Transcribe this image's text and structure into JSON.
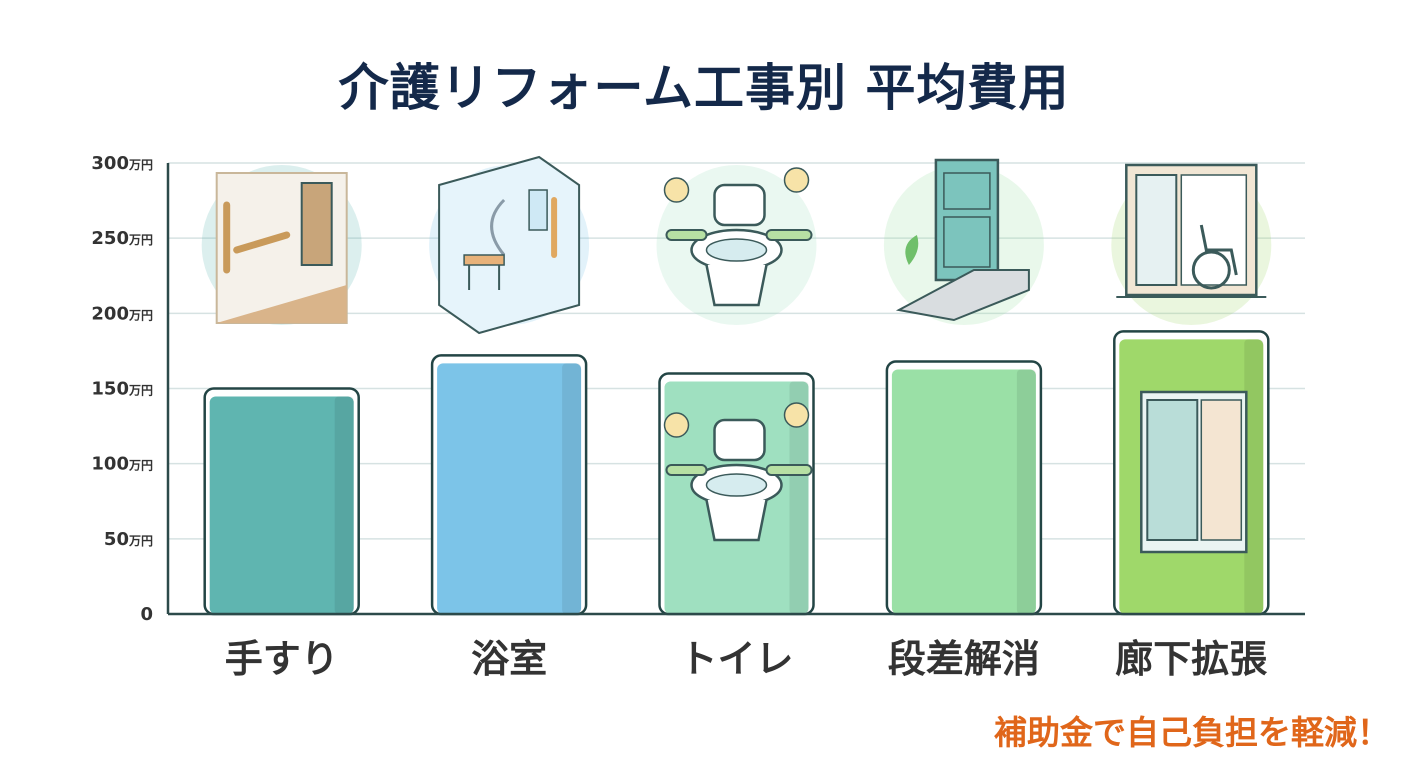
{
  "chart_data": {
    "type": "bar",
    "title": "介護リフォーム工事別 平均費用",
    "categories": [
      "手すり",
      "浴室",
      "トイレ",
      "段差解消",
      "廊下拡張"
    ],
    "values": [
      150,
      172,
      160,
      168,
      188
    ],
    "ylim": [
      0,
      300
    ],
    "yticks": [
      0,
      50,
      100,
      150,
      200,
      250,
      300
    ],
    "y_unit": "万円",
    "grid": true,
    "bar_colors": [
      "#5fb5b0",
      "#7cc4e8",
      "#9fe0c0",
      "#9ae0a6",
      "#9fd86a"
    ],
    "bar_icons": [
      "handrail-icon",
      "bathroom-icon",
      "toilet-icon",
      "step-removal-icon",
      "hallway-expansion-icon"
    ]
  },
  "note": "補助金で自己負担を軽減！",
  "colors": {
    "title": "#14294a",
    "accent_note": "#e0661a",
    "axis": "#2c4a4a",
    "grid": "#d6e2e2"
  }
}
